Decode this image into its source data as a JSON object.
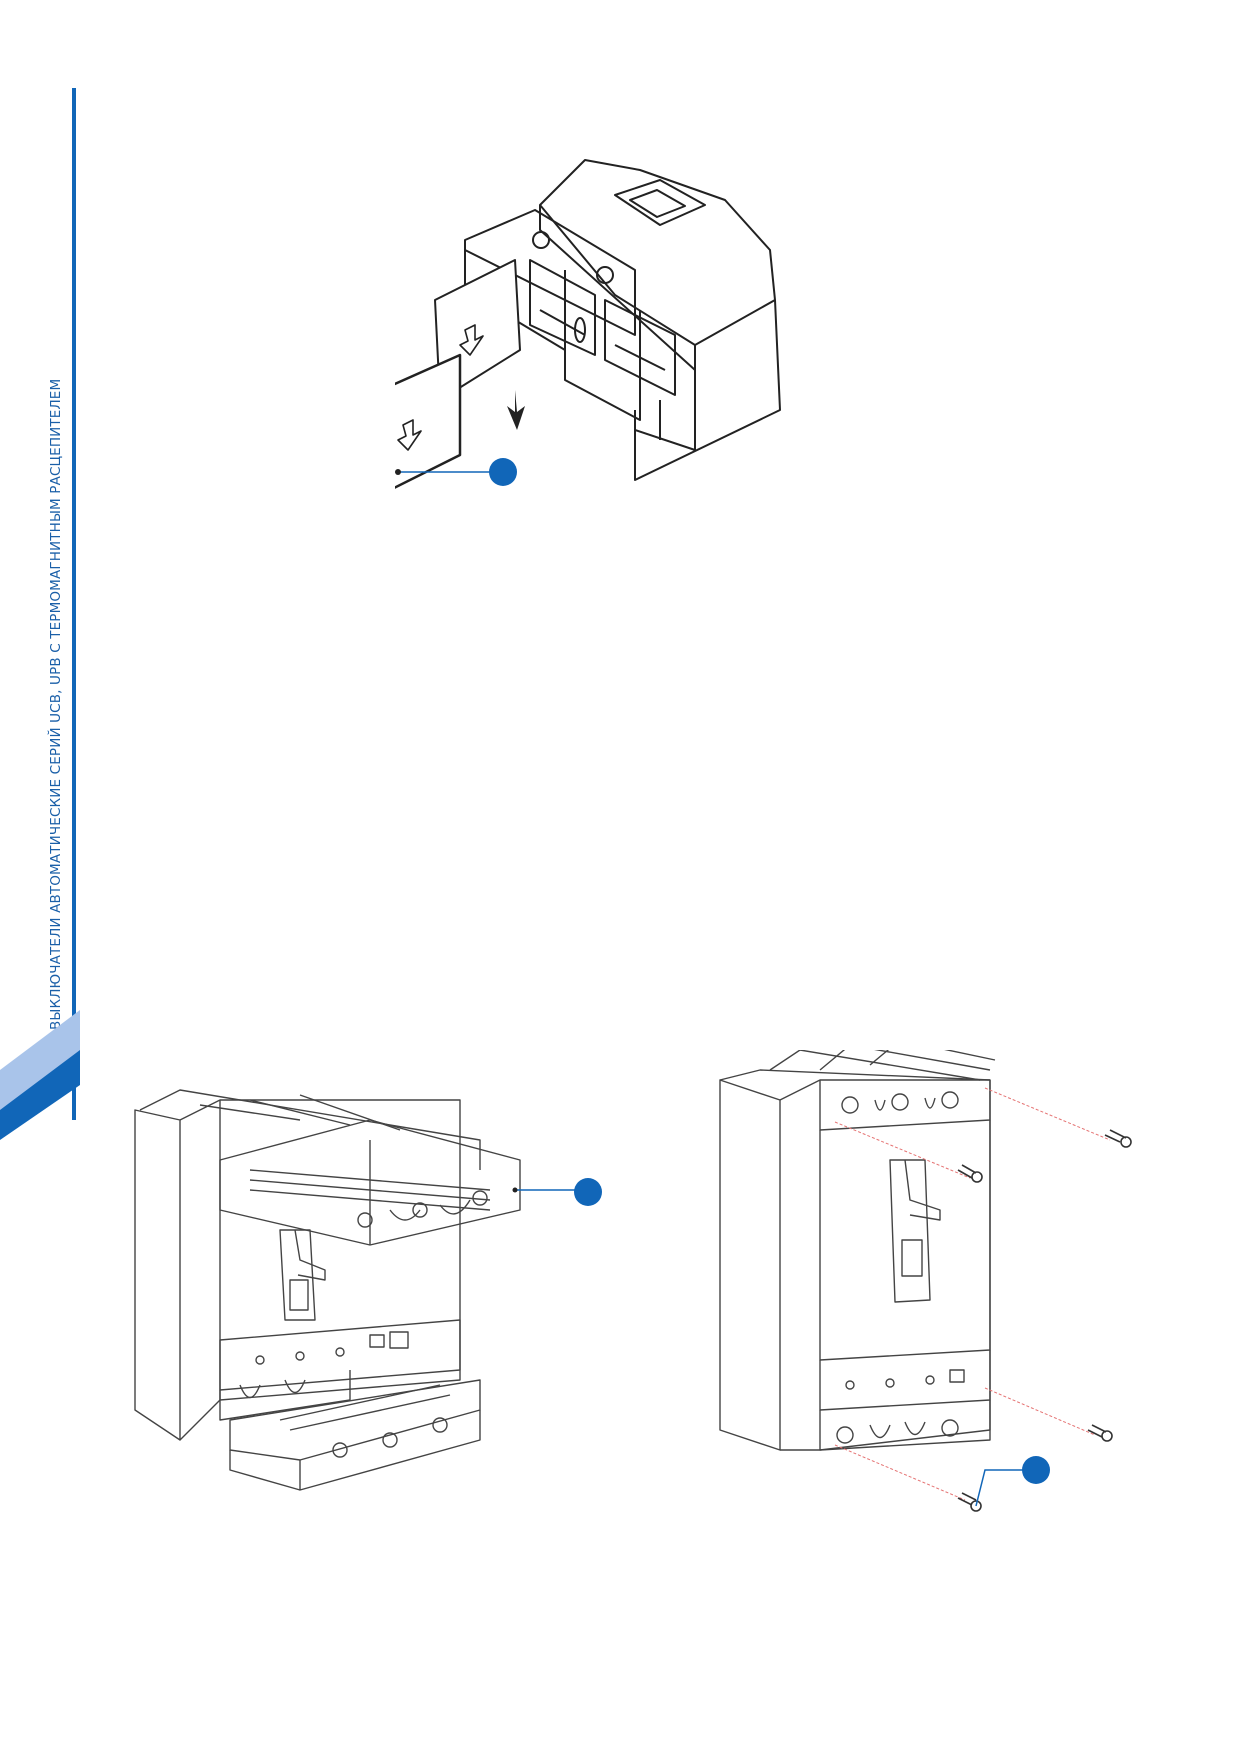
{
  "sidebar": {
    "title": "ВЫКЛЮЧАТЕЛИ АВТОМАТИЧЕСКИЕ СЕРИЙ UCB, UPB С ТЕРМОМАГНИТНЫМ РАСЦЕПИТЕЛЕМ",
    "accent_color": "#1166b8",
    "band_light_color": "#a9c4ea"
  },
  "figures": [
    {
      "id": "terminal-barrier-insertion",
      "callouts": 1
    },
    {
      "id": "terminal-cover-removal",
      "callouts": 1
    },
    {
      "id": "terminal-cover-screws",
      "callouts": 1
    }
  ]
}
